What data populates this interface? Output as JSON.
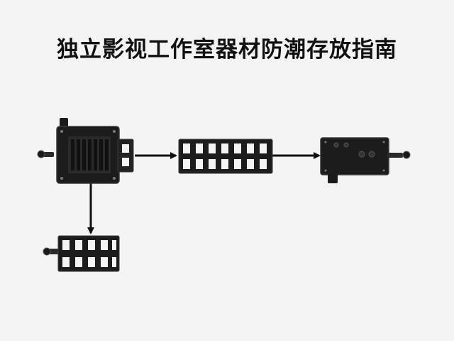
{
  "page": {
    "title": "独立影视工作室器材防潮存放指南"
  },
  "colors": {
    "background": "#f4f4f4",
    "device_body": "#1c1c1c",
    "device_edge": "#3a3a3a",
    "connector": "#111111"
  },
  "nodes": [
    {
      "id": "dry-cabinet-module",
      "icon": "cage-with-dehumidifier-icon"
    },
    {
      "id": "rail-frame-center",
      "icon": "rail-frame-icon"
    },
    {
      "id": "control-box",
      "icon": "sealed-box-icon"
    },
    {
      "id": "rail-frame-lower",
      "icon": "rail-frame-icon"
    }
  ],
  "edges": [
    {
      "from": "dry-cabinet-module",
      "to": "rail-frame-center"
    },
    {
      "from": "rail-frame-center",
      "to": "control-box"
    },
    {
      "from": "dry-cabinet-module",
      "to": "rail-frame-lower"
    }
  ]
}
